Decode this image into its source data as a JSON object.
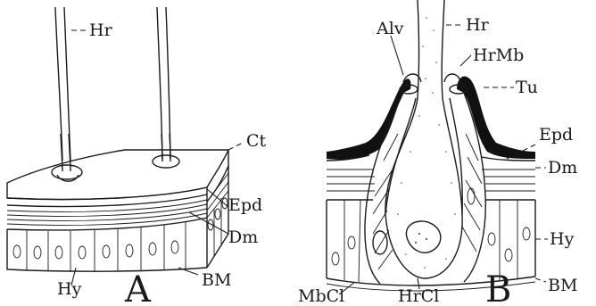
{
  "figure": {
    "panel_a": {
      "letter": "A",
      "labels": {
        "hair": "Hr",
        "cuticle": "Ct",
        "epidermis": "Epd",
        "dermis": "Dm",
        "hypodermis": "Hy",
        "basement_membrane": "BM"
      }
    },
    "panel_b": {
      "letter": "B",
      "labels": {
        "alveolus": "Alv",
        "hair": "Hr",
        "hair_membrane": "HrMb",
        "tubercle": "Tu",
        "epidermis": "Epd",
        "dermis": "Dm",
        "hypodermis": "Hy",
        "basement_membrane": "BM",
        "membrane_cell": "MbCl",
        "hair_cell": "HrCl"
      }
    },
    "colors": {
      "ink": "#1a1a1a",
      "paper": "#ffffff",
      "cuticle_dark": "#111111"
    }
  }
}
